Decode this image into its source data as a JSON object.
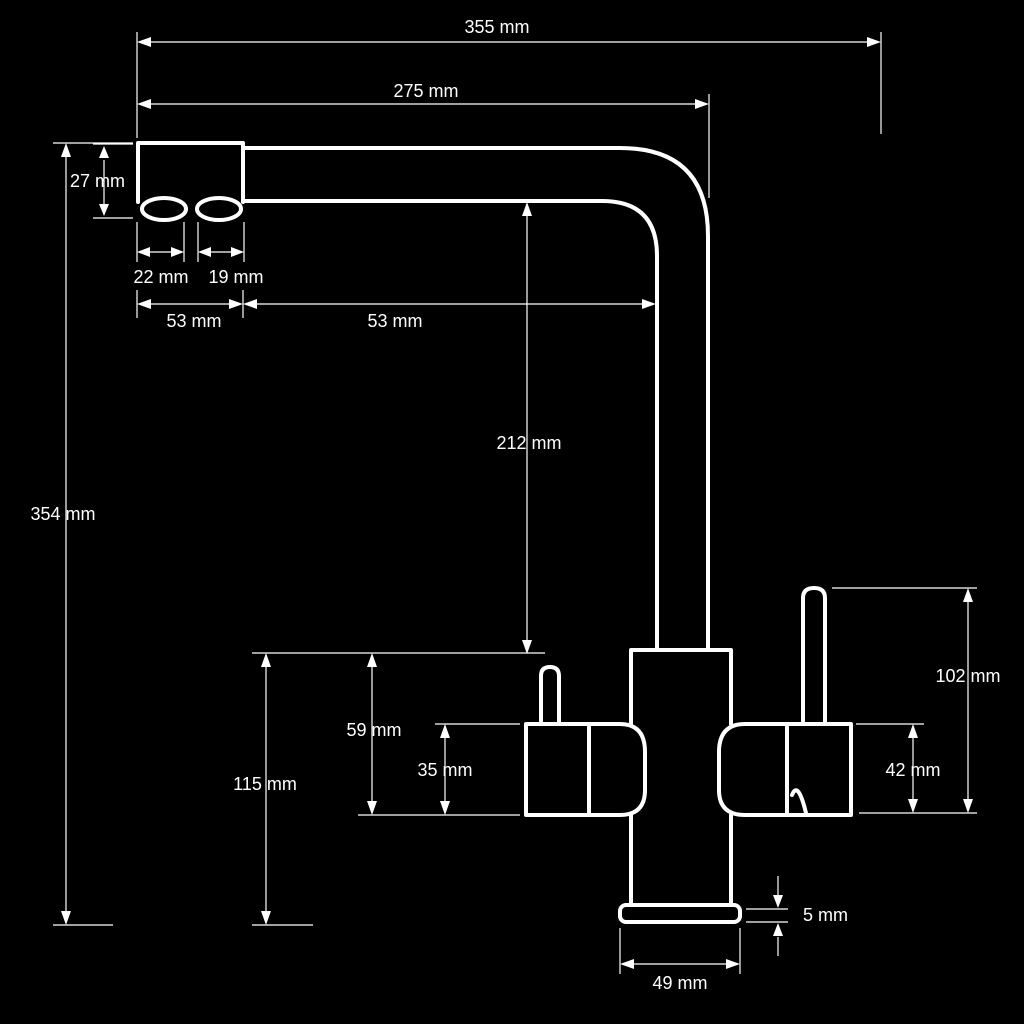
{
  "colors": {
    "background": "#000000",
    "line": "#ffffff",
    "text": "#ffffff"
  },
  "dimensions": {
    "overall_width": "355 mm",
    "spout_reach": "275 mm",
    "outlet_height": "27 mm",
    "outlet_left_diameter": "22 mm",
    "outlet_right_diameter": "19 mm",
    "outlet_block_width": "53 mm",
    "outlet_to_column": "53 mm",
    "spout_clearance": "212 mm",
    "overall_height": "354 mm",
    "body_height": "115 mm",
    "lever_top_left": "59 mm",
    "handle_height_left": "35 mm",
    "lever_top_right": "102 mm",
    "handle_height_right": "42 mm",
    "base_thickness": "5 mm",
    "base_diameter": "49 mm"
  }
}
